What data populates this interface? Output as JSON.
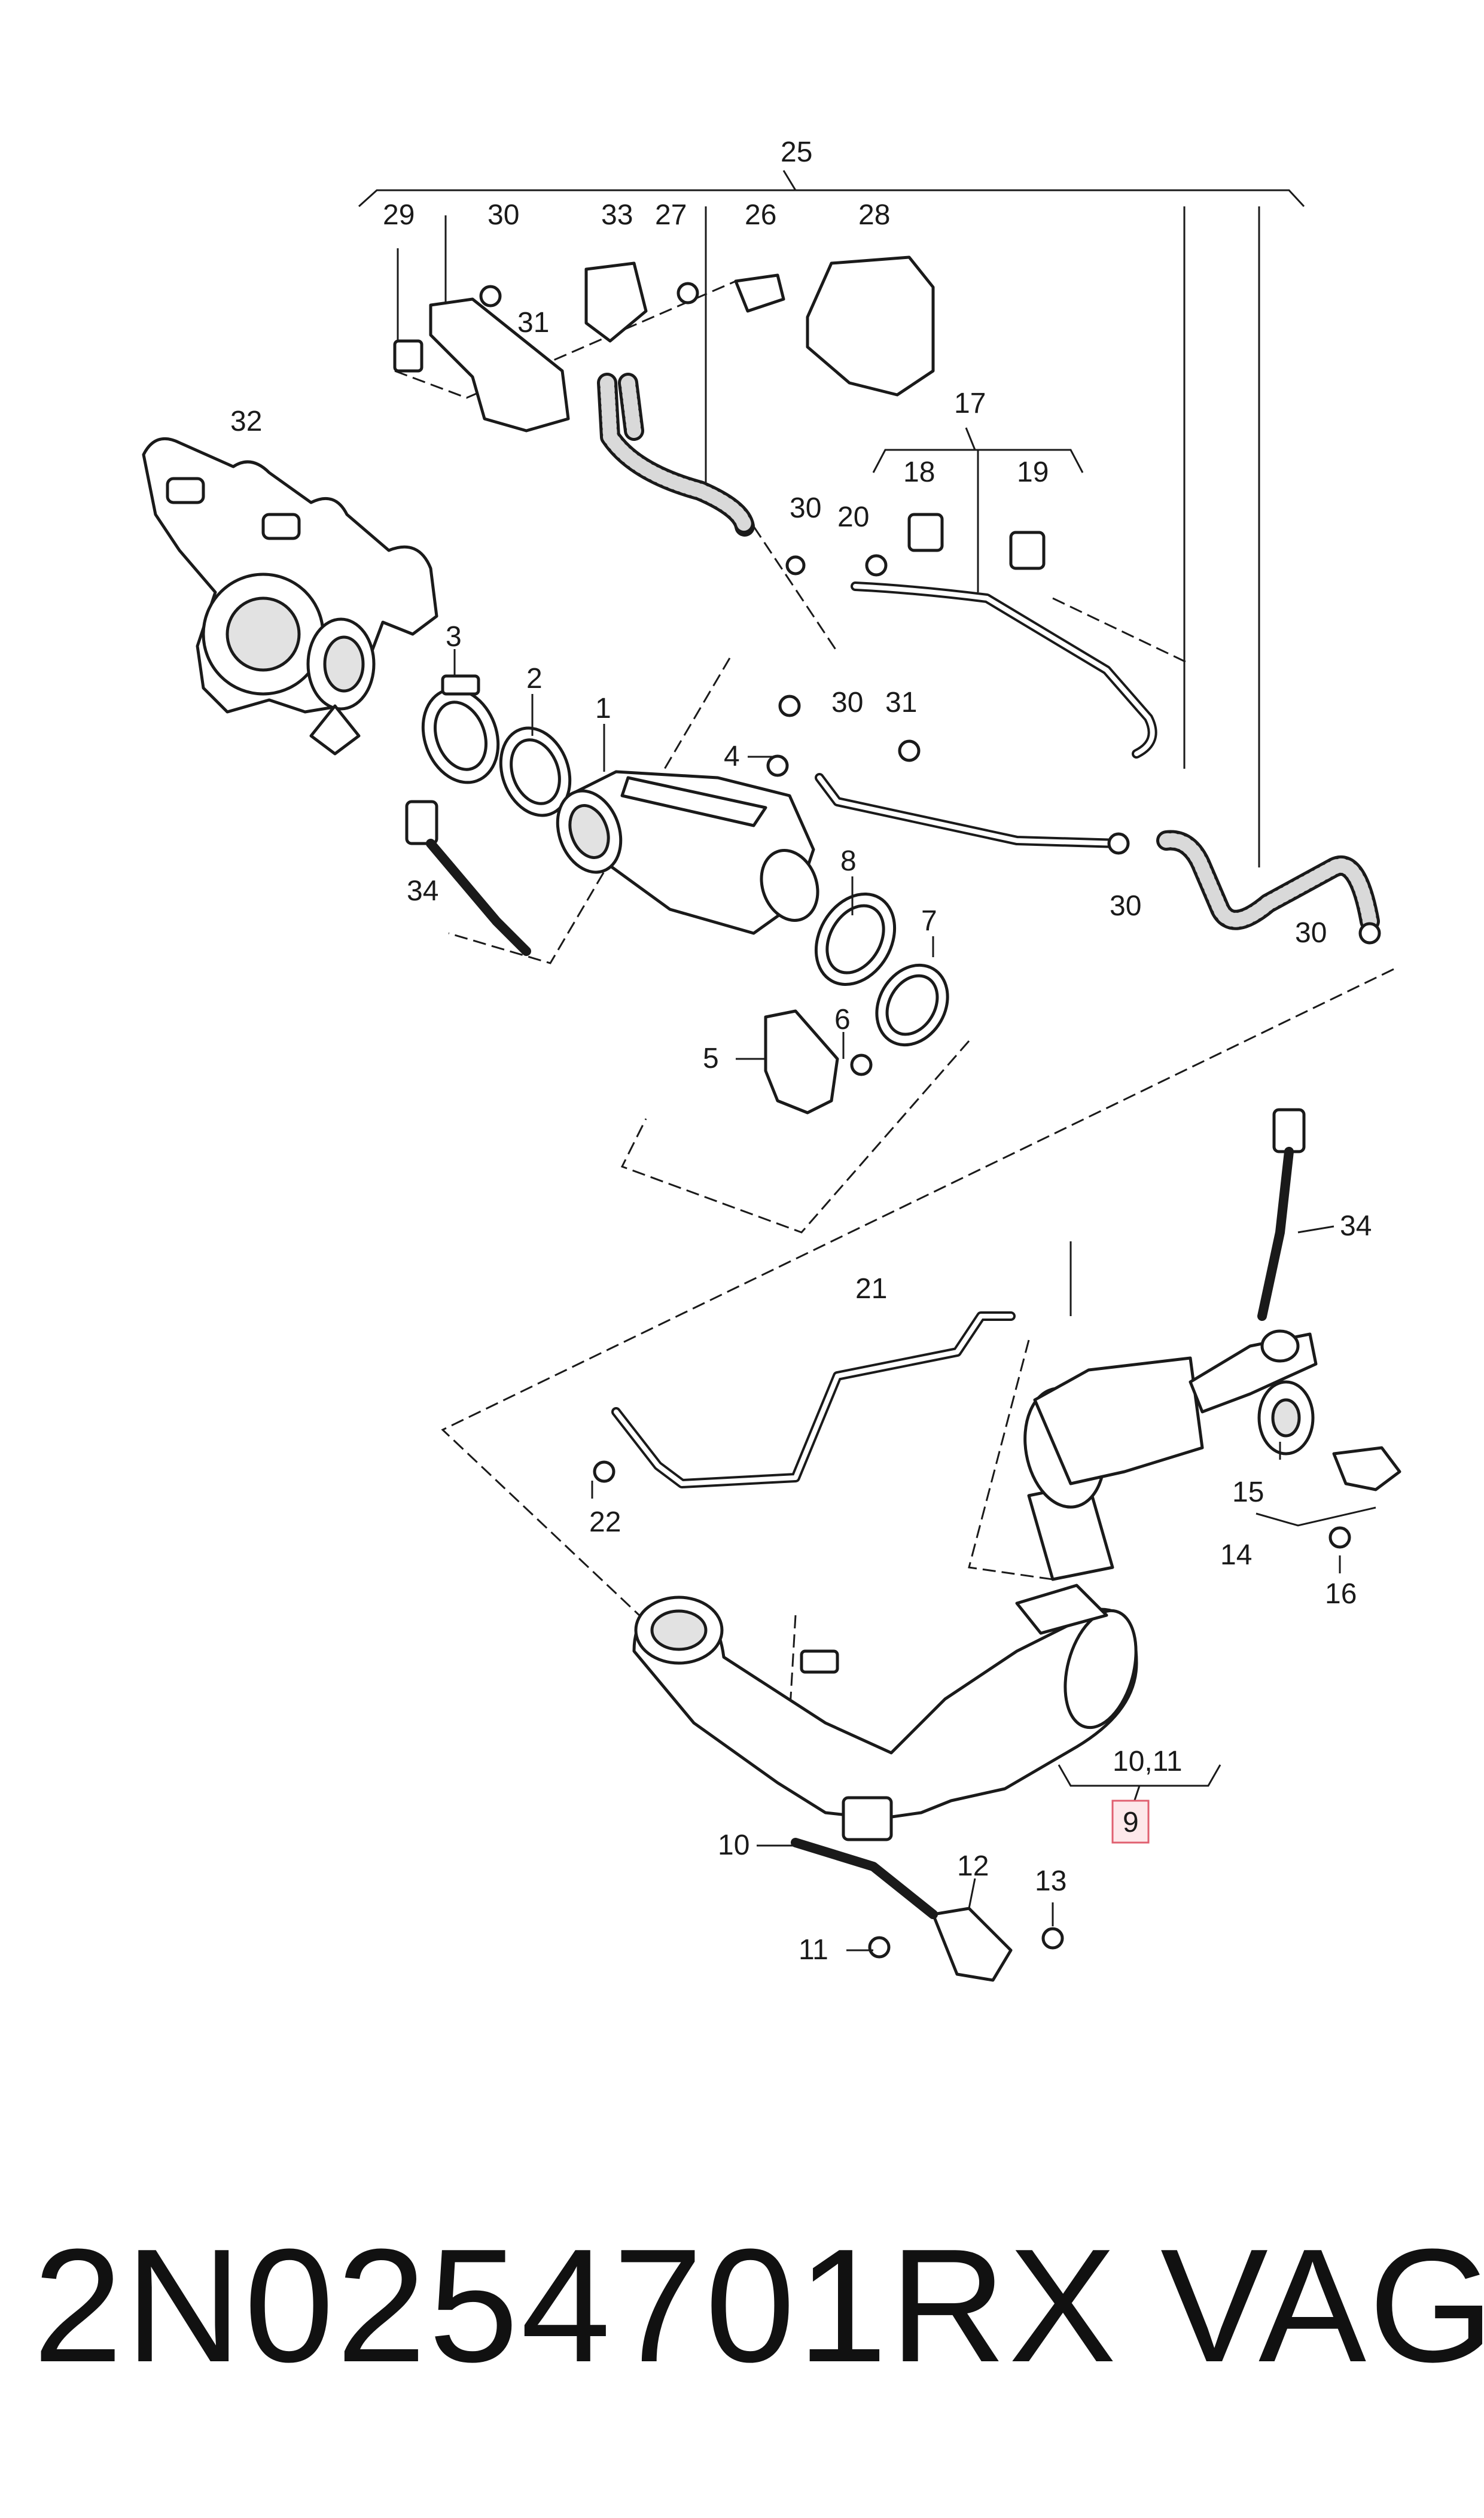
{
  "callouts": {
    "c1": "1",
    "c2": "2",
    "c3": "3",
    "c4": "4",
    "c5": "5",
    "c6": "6",
    "c7": "7",
    "c8": "8",
    "c9": "9",
    "c10_11": "10,11",
    "c10": "10",
    "c11": "11",
    "c12": "12",
    "c13": "13",
    "c14": "14",
    "c15": "15",
    "c16": "16",
    "c17": "17",
    "c18": "18",
    "c19": "19",
    "c20": "20",
    "c21": "21",
    "c22": "22",
    "c25": "25",
    "c26": "26",
    "c27": "27",
    "c28": "28",
    "c29": "29",
    "c30": "30",
    "c31": "31",
    "c32": "32",
    "c33": "33",
    "c34": "34"
  },
  "highlighted_callout": "9",
  "highlight_color": "#e06070",
  "footer": {
    "part_number": "2N0254701RX",
    "brand": "VAG"
  }
}
